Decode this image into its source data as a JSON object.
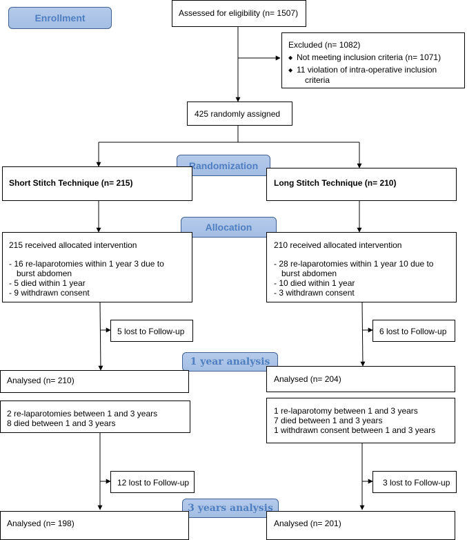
{
  "stages": {
    "enrollment": "Enrollment",
    "randomization": "Randomization",
    "allocation": "Allocation",
    "one_year": "1 year analysis",
    "three_years": "3 years analysis"
  },
  "assessed": "Assessed for eligibility (n= 1507)",
  "excluded": {
    "title": "Excluded  (n= 1082)",
    "bullet_icon": "diamond-bullet-icon",
    "items": [
      "Not meeting inclusion criteria (n= 1071)",
      "11 violation of intra-operative inclusion",
      "criteria"
    ]
  },
  "randomized": "425 randomly assigned",
  "short": {
    "title": "Short Stitch Technique (n= 215)",
    "allocation": {
      "header": "215 received allocated intervention",
      "lines": [
        "- 16 re-laparotomies within 1 year 3 due to",
        "burst abdomen",
        "- 5 died within 1 year",
        "- 9 withdrawn consent"
      ]
    },
    "lost_1": "5 lost to Follow-up",
    "analysed_1": "Analysed  (n= 210)",
    "between": [
      "2 re-laparotomies between 1 and 3 years",
      "8 died between 1 and 3 years"
    ],
    "lost_3": "12 lost to Follow-up",
    "analysed_3": "Analysed  (n= 198)"
  },
  "long": {
    "title": "Long Stitch Technique (n= 210)",
    "allocation": {
      "header": "210 received allocated intervention",
      "lines": [
        "- 28 re-laparotomies within 1 year 10 due to",
        "burst abdomen",
        "- 10 died within 1 year",
        "- 3 withdrawn consent"
      ]
    },
    "lost_1": "6 lost to Follow-up",
    "analysed_1": "Analysed  (n= 204)",
    "between": [
      "1 re-laparotomy between 1 and 3 years",
      "7 died between 1 and 3 years",
      "1 withdrawn consent between 1 and 3 years"
    ],
    "lost_3": "3 lost to Follow-up",
    "analysed_3": "Analysed  (n= 201)"
  }
}
